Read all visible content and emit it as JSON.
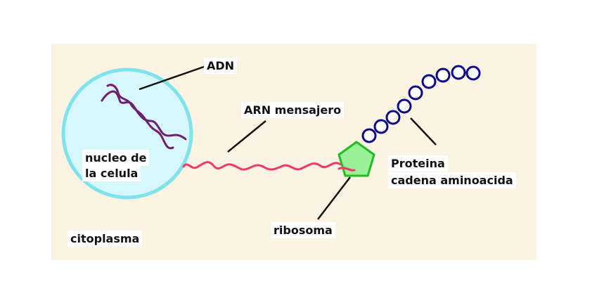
{
  "labels": {
    "adn": "ADN",
    "arn": "ARN mensajero",
    "nucleo_1": "nucleo de",
    "nucleo_2": "la celula",
    "proteina_1": "Proteina",
    "proteina_2": "cadena aminoacida",
    "ribosoma": "ribosoma",
    "citoplasma": "citoplasma"
  },
  "colors": {
    "cytoplasm": "#fdf3e3",
    "nucleus_fill": "#d6f7fb",
    "nucleus_stroke": "#7fe3ee",
    "dna": "#6e1f6e",
    "mrna": "#f0386a",
    "ribosome_fill": "#8ef08e",
    "ribosome_stroke": "#22bb22",
    "amino": "#0b0b8a"
  },
  "amino_acid_count": 9
}
